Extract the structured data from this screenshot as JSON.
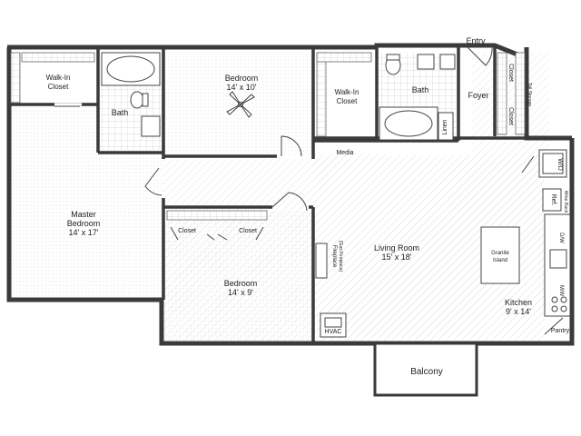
{
  "rooms": {
    "entry": "Entry",
    "walkin_left_1": "Walk-In",
    "walkin_left_2": "Closet",
    "bath_left": "Bath",
    "bedroom_top_1": "Bedroom",
    "bedroom_top_2": "14' x 10'",
    "walkin_mid_1": "Walk-In",
    "walkin_mid_2": "Closet",
    "bath_mid": "Bath",
    "linen": "Linen",
    "foyer": "Foyer",
    "closet_top": "Closet",
    "closet_bottom": "Closet",
    "tall_storage": "Tall Storage",
    "media": "Media",
    "wd": "W/D",
    "master_1": "Master",
    "master_2": "Bedroom",
    "master_3": "14' x 17'",
    "closet_a": "Closet",
    "closet_b": "Closet",
    "bedroom_low_1": "Bedroom",
    "bedroom_low_2": "14' x 9'",
    "fireplace_1": "Fireplace",
    "fireplace_2": "(Gas Fireplace)",
    "living_1": "Living Room",
    "living_2": "15' x 18'",
    "granite_1": "Granite",
    "granite_2": "Island",
    "ref": "Ref.",
    "wine_rack": "Wine Rack",
    "dw": "D/W",
    "mw": "M/W",
    "kitchen_1": "Kitchen",
    "kitchen_2": "9' x 14'",
    "pantry": "Pantry",
    "hvac": "HVAC",
    "balcony": "Balcony"
  }
}
